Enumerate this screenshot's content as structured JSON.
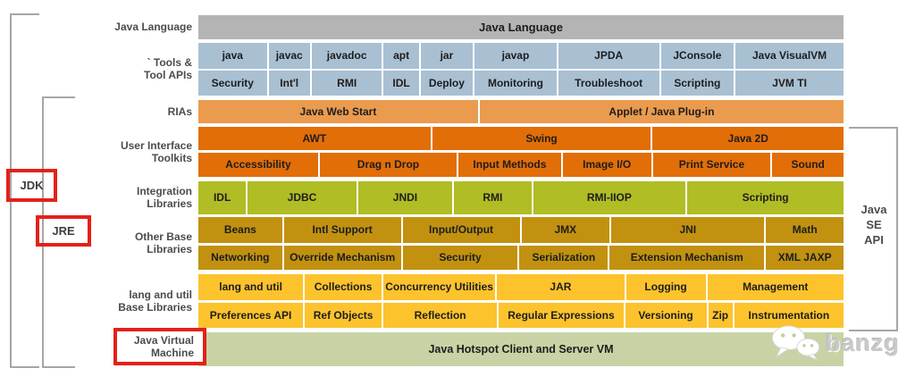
{
  "side_labels": {
    "java_language": "Java Language",
    "tools_line1": "` Tools &",
    "tools_line2": "Tool APIs",
    "rias": "RIAs",
    "ui_line1": "User Interface",
    "ui_line2": "Toolkits",
    "integration_line1": "Integration",
    "integration_line2": "Libraries",
    "other_line1": "Other Base",
    "other_line2": "Libraries",
    "lang_line1": "lang and util",
    "lang_line2": "Base Libraries",
    "jvm_line1": "Java Virtual",
    "jvm_line2": "Machine"
  },
  "badges": {
    "jdk": "JDK",
    "jre": "JRE"
  },
  "java_se_api": {
    "line1": "Java",
    "line2": "SE",
    "line3": "API"
  },
  "grid": {
    "java_language": "Java Language",
    "tools_row1": [
      "java",
      "javac",
      "javadoc",
      "apt",
      "jar",
      "javap",
      "JPDA",
      "JConsole",
      "Java VisualVM"
    ],
    "tools_row2": [
      "Security",
      "Int'l",
      "RMI",
      "IDL",
      "Deploy",
      "Monitoring",
      "Troubleshoot",
      "Scripting",
      "JVM TI"
    ],
    "rias_row": [
      "Java Web Start",
      "Applet / Java Plug-in"
    ],
    "ui_row1": [
      "AWT",
      "Swing",
      "Java 2D"
    ],
    "ui_row2": [
      "Accessibility",
      "Drag n Drop",
      "Input Methods",
      "Image I/O",
      "Print Service",
      "Sound"
    ],
    "integration_row": [
      "IDL",
      "JDBC",
      "JNDI",
      "RMI",
      "RMI-IIOP",
      "Scripting"
    ],
    "other_row1": [
      "Beans",
      "Intl Support",
      "Input/Output",
      "JMX",
      "JNI",
      "Math"
    ],
    "other_row2": [
      "Networking",
      "Override Mechanism",
      "Security",
      "Serialization",
      "Extension Mechanism",
      "XML JAXP"
    ],
    "lang_row1": [
      "lang and util",
      "Collections",
      "Concurrency Utilities",
      "JAR",
      "Logging",
      "Management"
    ],
    "lang_row2": [
      "Preferences API",
      "Ref Objects",
      "Reflection",
      "Regular Expressions",
      "Versioning",
      "Zip",
      "Instrumentation"
    ],
    "jvm_row": "Java Hotspot Client and Server VM"
  },
  "watermark": {
    "icon": "wechat-icon",
    "text": "banzg"
  },
  "colors": {
    "header_gray": "#b4b4b4",
    "tools_blue": "#a9c0d3",
    "rias_orange": "#ea9b4e",
    "ui_orange": "#e26e08",
    "integration_green": "#b0bd24",
    "other_gold": "#c29110",
    "lang_yellow": "#fdc32d",
    "jvm_sage": "#c7d3a5",
    "highlight_red": "#e32119",
    "bracket_gray": "#a6a6a6"
  }
}
